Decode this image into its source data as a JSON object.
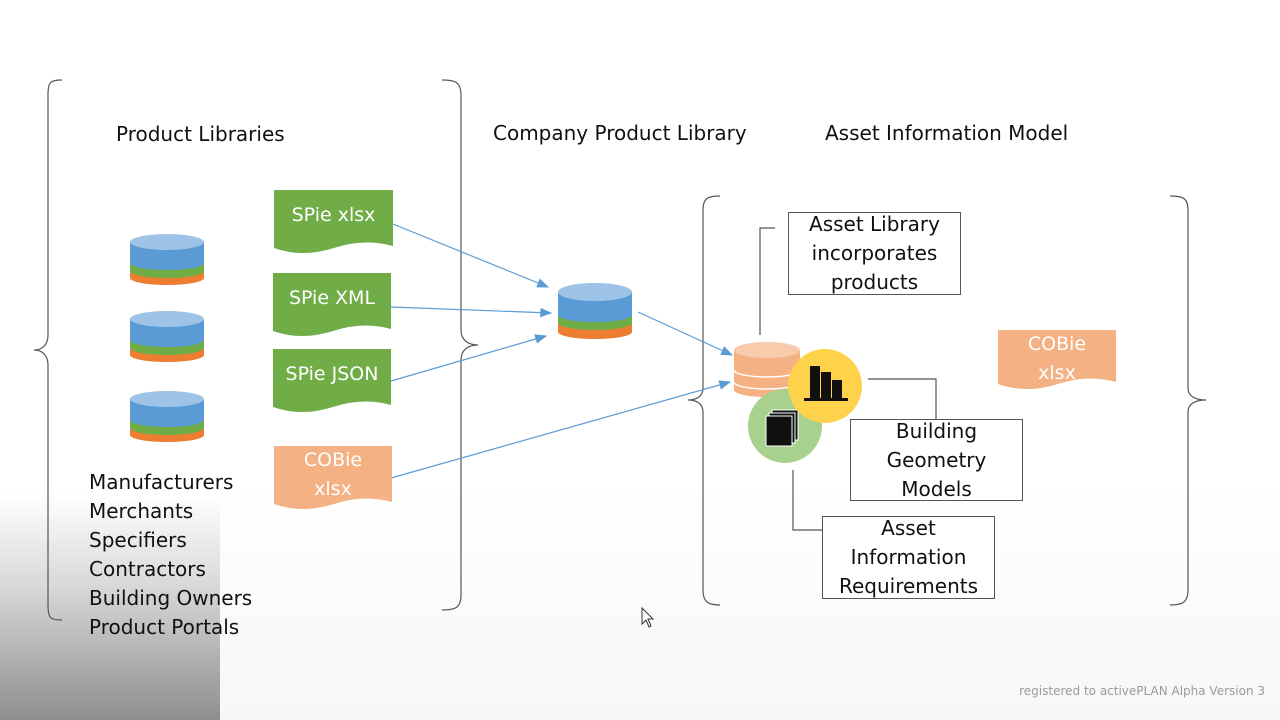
{
  "headings": {
    "product_libraries": "Product Libraries",
    "company_library": "Company Product Library",
    "asset_model": "Asset Information Model"
  },
  "documents": {
    "spie_xlsx": "SPie xlsx",
    "spie_xml": "SPie XML",
    "spie_json": "SPie JSON",
    "cobie_left_1": "COBie",
    "cobie_left_2": "xlsx",
    "cobie_right_1": "COBie",
    "cobie_right_2": "xlsx"
  },
  "boxes": {
    "asset_library": [
      "Asset Library",
      "incorporates",
      "products"
    ],
    "building_geometry": [
      "Building",
      "Geometry",
      "Models"
    ],
    "asset_requirements": [
      "Asset",
      "Information",
      "Requirements"
    ]
  },
  "sources": [
    "Manufacturers",
    "Merchants",
    "Specifiers",
    "Contractors",
    "Building Owners",
    "Product Portals"
  ],
  "watermark": "registered to activePLAN Alpha Version 3",
  "colors": {
    "green": "#70ad47",
    "orange": "#f4b183",
    "blue": "#5b9bd5",
    "light_blue": "#9dc3e6",
    "orange_band": "#ed7d31",
    "yellow": "#ffd24c",
    "light_green": "#a9d18e",
    "arrow": "#5b9bd5"
  }
}
